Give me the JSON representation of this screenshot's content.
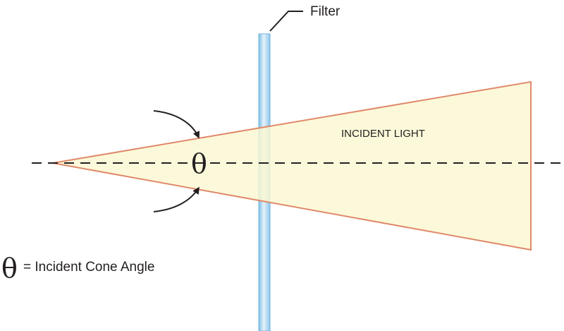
{
  "labels": {
    "filter": "Filter",
    "incident_light": "INCIDENT LIGHT",
    "theta_in_cone": "θ",
    "legend_symbol": "θ",
    "legend_text": "= Incident Cone Angle"
  },
  "colors": {
    "cone_fill": "#fbf8d2",
    "cone_stroke": "#e0896a",
    "filter_fill": "#a9d3ee",
    "filter_highlight": "#e6f3fb",
    "filter_stroke": "#6fb3de",
    "axis_line": "#231f20",
    "arrow": "#231f20",
    "text": "#231f20"
  }
}
